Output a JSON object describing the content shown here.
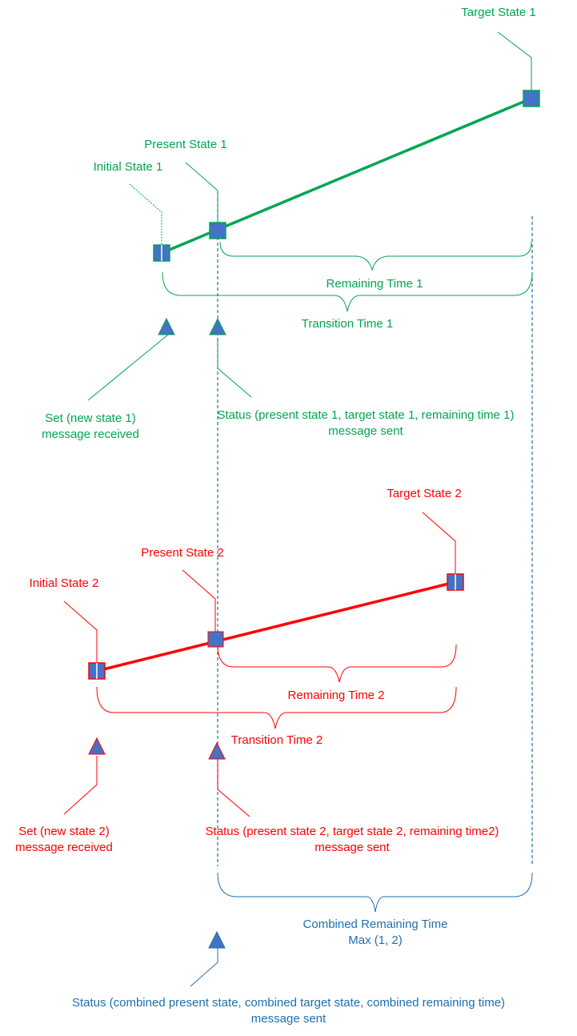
{
  "diagram": {
    "colors": {
      "green": "#00a651",
      "red": "#ff0000",
      "blue": "#1f6eab",
      "marker_fill": "#4472c4"
    },
    "labels": {
      "target_state_1": "Target State 1",
      "present_state_1": "Present State 1",
      "initial_state_1": "Initial State 1",
      "remaining_time_1": "Remaining Time 1",
      "transition_time_1": "Transition Time 1",
      "set_msg_1_line1": "Set (new state 1)",
      "set_msg_1_line2": "message received",
      "status_msg_1_line1": "Status (present state 1, target state 1, remaining time 1)",
      "status_msg_1_line2": "message sent",
      "target_state_2": "Target State 2",
      "present_state_2": "Present State 2",
      "initial_state_2": "Initial State 2",
      "remaining_time_2": "Remaining Time 2",
      "transition_time_2": "Transition Time 2",
      "set_msg_2_line1": "Set (new state 2)",
      "set_msg_2_line2": "message received",
      "status_msg_2_line1": "Status (present state 2, target state 2, remaining time2)",
      "status_msg_2_line2": "message sent",
      "combined_remaining_line1": "Combined Remaining Time",
      "combined_remaining_line2": "Max (1, 2)",
      "status_combined_line1": "Status (combined present state, combined target state, combined remaining time)",
      "status_combined_line2": "message sent"
    }
  }
}
